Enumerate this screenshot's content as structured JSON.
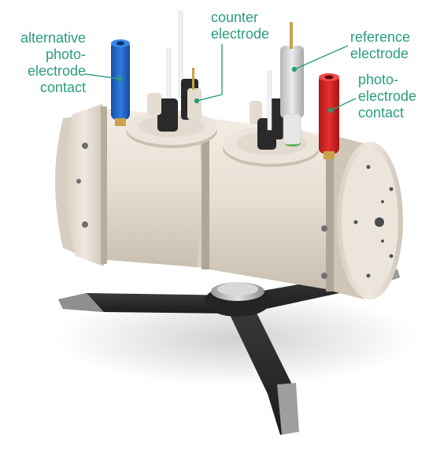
{
  "labels": {
    "alternative_photoelectrode_contact": [
      "alternative",
      "photo-",
      "electrode",
      "contact"
    ],
    "counter_electrode": [
      "counter",
      "electrode"
    ],
    "reference_electrode": [
      "reference",
      "electrode"
    ],
    "photoelectrode_contact": [
      "photo-",
      "electrode",
      "contact"
    ]
  },
  "colors": {
    "label_text": "#2a9d7e",
    "cell_body": "#e9e1d6",
    "blue_contact": "#1e63c8",
    "red_contact": "#d42020",
    "tripod": "#2b2b2b"
  }
}
